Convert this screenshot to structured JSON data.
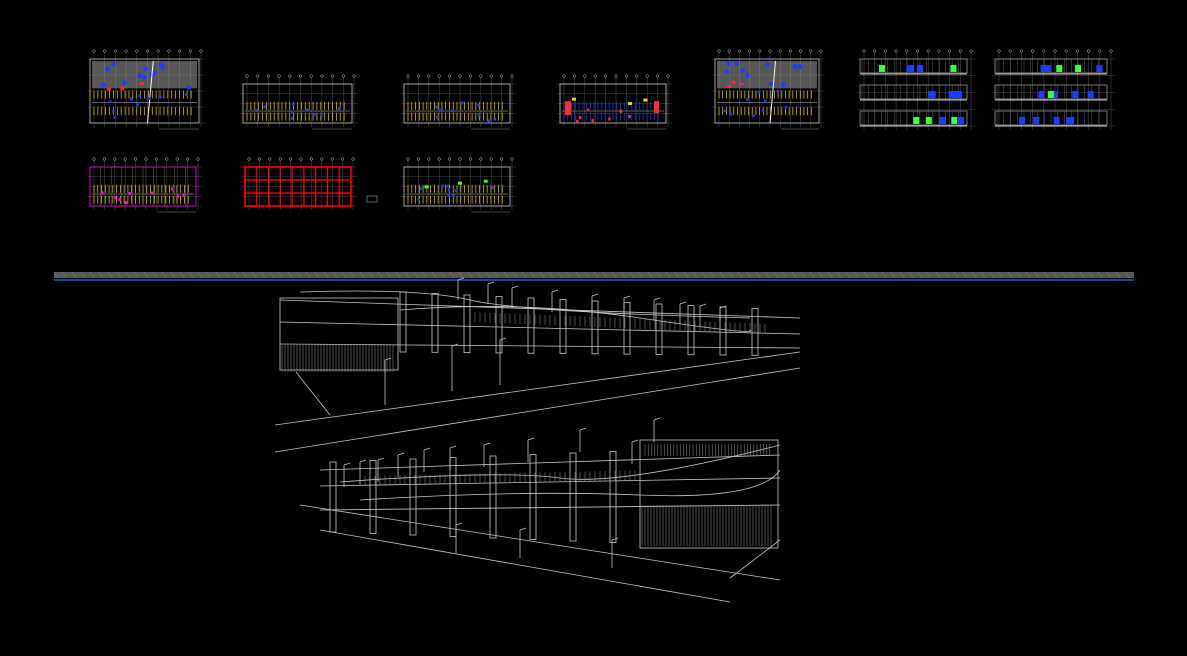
{
  "drawing": {
    "background": "#000000",
    "line_color": "#c8c8c8",
    "divider_color": "#1e5fd0",
    "divider_band_color": "#5a5a5a"
  },
  "sheets": [
    {
      "kind": "plan-site",
      "accent": [
        "#1a3cff",
        "#ffd200",
        "#ff2a2a"
      ]
    },
    {
      "kind": "plan",
      "accent": [
        "#1a3cff",
        "#ffd200"
      ]
    },
    {
      "kind": "plan",
      "accent": [
        "#1a3cff",
        "#ffd200"
      ]
    },
    {
      "kind": "plan-red",
      "accent": [
        "#ff2a2a",
        "#1a3cff",
        "#ffd200"
      ]
    },
    {
      "kind": "plan-site",
      "accent": [
        "#1a3cff",
        "#ffd200",
        "#ff2a2a"
      ]
    },
    {
      "kind": "elevations",
      "accent": [
        "#1a3cff",
        "#3cff3c"
      ]
    },
    {
      "kind": "elevations",
      "accent": [
        "#1a3cff",
        "#3cff3c"
      ]
    },
    {
      "kind": "structural",
      "accent": [
        "#ff00ff",
        "#ffd200"
      ]
    },
    {
      "kind": "grid-red",
      "accent": [
        "#ff0000",
        "#ff00ff"
      ]
    },
    {
      "kind": "plan",
      "accent": [
        "#1a3cff",
        "#ffd200",
        "#3cff3c"
      ]
    }
  ],
  "perspective_views": [
    {
      "view": "upper"
    },
    {
      "view": "lower"
    }
  ]
}
